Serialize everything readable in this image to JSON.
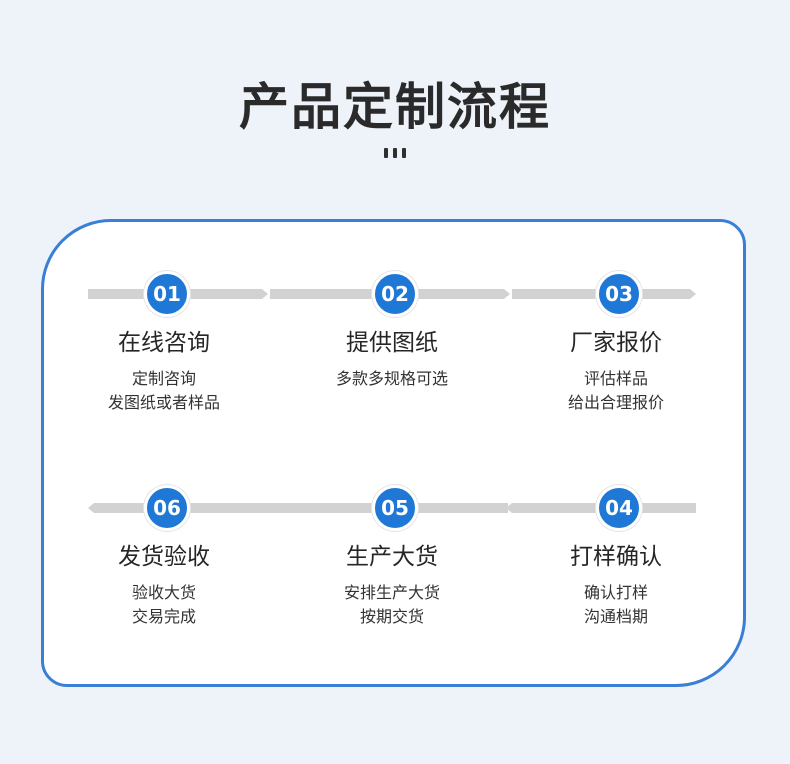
{
  "page": {
    "title": "产品定制流程"
  },
  "steps": [
    {
      "num": "01",
      "title": "在线咨询",
      "desc1": "定制咨询",
      "desc2": "发图纸或者样品"
    },
    {
      "num": "02",
      "title": "提供图纸",
      "desc1": "多款多规格可选",
      "desc2": ""
    },
    {
      "num": "03",
      "title": "厂家报价",
      "desc1": "评估样品",
      "desc2": "给出合理报价"
    },
    {
      "num": "04",
      "title": "打样确认",
      "desc1": "确认打样",
      "desc2": "沟通档期"
    },
    {
      "num": "05",
      "title": "生产大货",
      "desc1": "安排生产大货",
      "desc2": "按期交货"
    },
    {
      "num": "06",
      "title": "发货验收",
      "desc1": "验收大货",
      "desc2": "交易完成"
    }
  ],
  "colors": {
    "accent": "#1f78d6",
    "border": "#3a7fd6",
    "bar": "#d2d2d2"
  }
}
